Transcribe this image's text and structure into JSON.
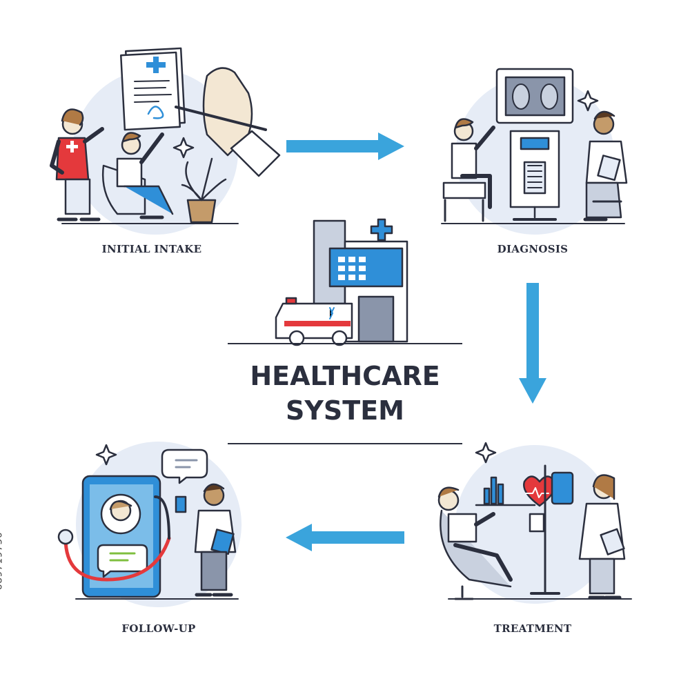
{
  "title": {
    "line1": "HEALTHCARE",
    "line2": "SYSTEM"
  },
  "stages": [
    {
      "label": "INITIAL INTAKE"
    },
    {
      "label": "DIAGNOSIS"
    },
    {
      "label": "TREATMENT"
    },
    {
      "label": "FOLLOW-UP"
    }
  ],
  "stock_id": "689719750",
  "colors": {
    "arrow": "#3aa4dc",
    "outline": "#2b2f3e",
    "accent_blue": "#2f8fd8",
    "accent_red": "#e4393c",
    "halo": "#e6ecf6"
  }
}
